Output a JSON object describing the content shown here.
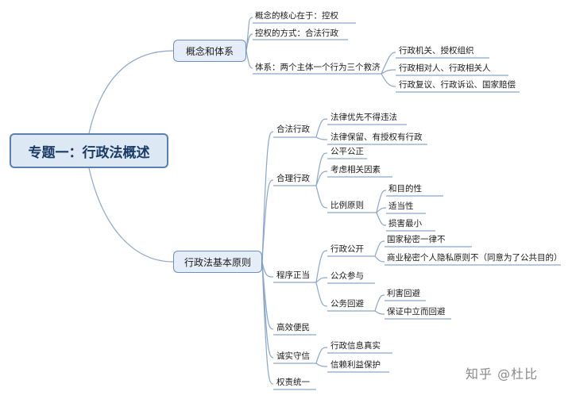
{
  "root": {
    "title": "专题一：行政法概述"
  },
  "branch1": {
    "label": "概念和体系",
    "items": [
      "概念的核心在于：控权",
      "控权的方式：合法行政",
      "体系：两个主体一个行为三个救济"
    ],
    "sub": [
      "行政机关、授权组织",
      "行政相对人、行政相关人",
      "行政复议、行政诉讼、国家赔偿"
    ]
  },
  "branch2": {
    "label": "行政法基本原则",
    "legal": {
      "label": "合法行政",
      "items": [
        "法律优先不得违法",
        "法律保留、有授权有行政"
      ]
    },
    "reasonable": {
      "label": "合理行政",
      "items": [
        "公平公正",
        "考虑相关因素",
        "比例原则"
      ],
      "proportion": [
        "和目的性",
        "适当性",
        "损害最小"
      ]
    },
    "procedure": {
      "label": "程序正当",
      "open": {
        "label": "行政公开",
        "items": [
          "国家秘密一律不",
          "商业秘密个人隐私原则不（同意为了公共目的）"
        ]
      },
      "participate": "公众参与",
      "avoid": {
        "label": "公务回避",
        "items": [
          "利害回避",
          "保证中立而回避"
        ]
      }
    },
    "efficient": "高效便民",
    "honest": {
      "label": "诚实守信",
      "items": [
        "行政信息真实",
        "信赖利益保护"
      ]
    },
    "accountable": "权责统一"
  },
  "watermark": "知乎 @杜比",
  "colors": {
    "line": "#8aa7cc",
    "root_border": "#5b7fae",
    "root_fill": "#dde8f5",
    "branch_fill": "#e4edf8"
  }
}
